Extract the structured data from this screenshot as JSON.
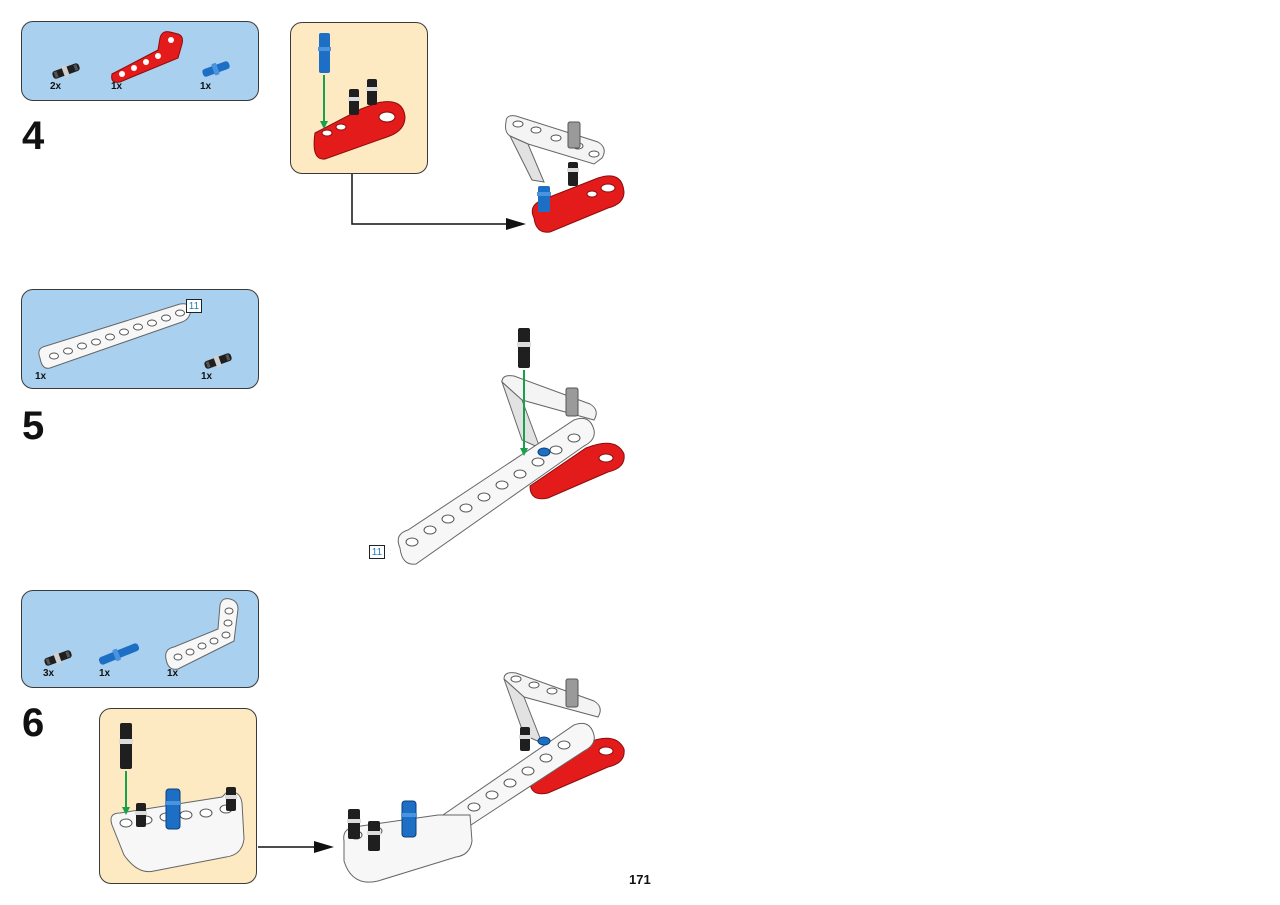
{
  "steps": [
    {
      "number": "4",
      "parts": [
        {
          "qty": "2x",
          "part": "black-friction-pin-icon"
        },
        {
          "qty": "1x",
          "part": "red-bent-beam-icon"
        },
        {
          "qty": "1x",
          "part": "blue-axle-pin-icon"
        }
      ]
    },
    {
      "number": "5",
      "parts": [
        {
          "qty": "1x",
          "part": "white-straight-beam-icon"
        },
        {
          "qty": "1x",
          "part": "black-friction-pin-icon"
        }
      ],
      "beam_length": "11"
    },
    {
      "number": "6",
      "parts": [
        {
          "qty": "3x",
          "part": "black-friction-pin-icon"
        },
        {
          "qty": "1x",
          "part": "blue-axle-pin-icon"
        },
        {
          "qty": "1x",
          "part": "white-l-beam-icon"
        }
      ]
    }
  ],
  "model_beam_length": "11",
  "page_number": "171",
  "colors": {
    "parts_box": "#a9d0ef",
    "callout": "#fde9c2",
    "red_part": "#e31b1b",
    "blue_part": "#1c6fc4",
    "green_arrow": "#19a04a"
  }
}
